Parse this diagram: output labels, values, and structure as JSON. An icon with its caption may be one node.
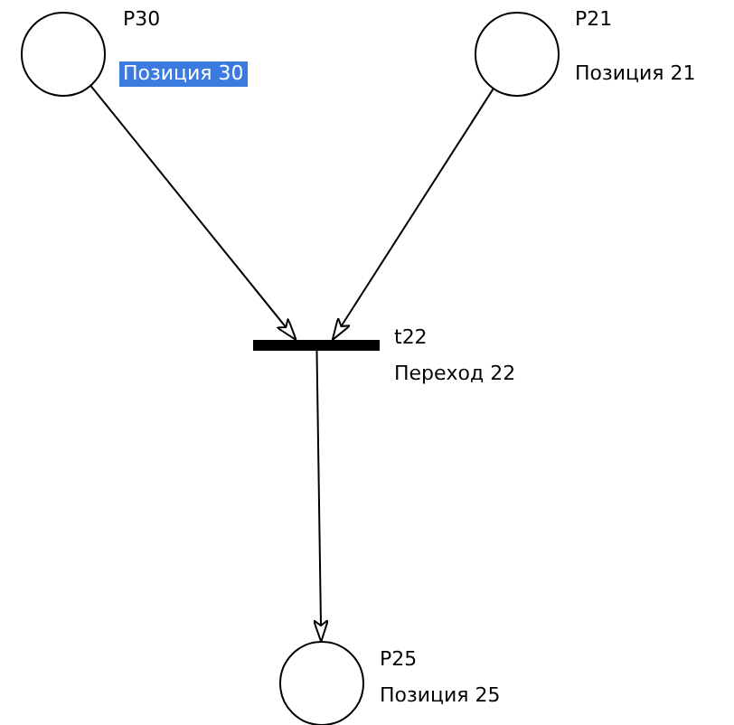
{
  "diagram": {
    "nodes": [
      {
        "text": [
          "P30",
          "Позиция 30"
        ]
      },
      {
        "text": [
          "P21",
          "Позиция 21"
        ]
      },
      {
        "text": [
          "t22",
          "Переход 22"
        ]
      },
      {
        "text": [
          "P25",
          "Позиция 25"
        ]
      }
    ],
    "edges": [
      {
        "from": 0,
        "to": 2,
        "arrow": "to"
      },
      {
        "from": 1,
        "to": 2,
        "arrow": "to"
      },
      {
        "from": 2,
        "to": 3,
        "arrow": "to"
      }
    ]
  }
}
